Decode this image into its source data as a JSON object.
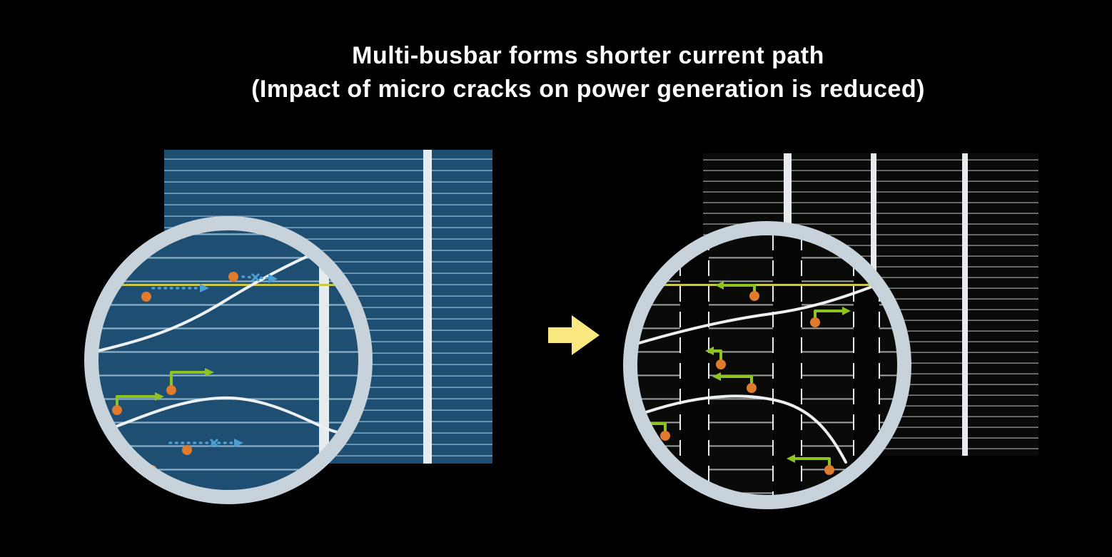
{
  "title": {
    "line1": "Multi-busbar forms shorter current path",
    "line2": "(Impact of micro cracks on power generation is reduced)"
  },
  "colors": {
    "bg": "#000000",
    "title-text": "#ffffff",
    "cell-blue": "#1e4e72",
    "finger-blue": "#9fc3d8",
    "cell-black": "#0a0a09",
    "finger-gray": "#b9bdc0",
    "busbar-white": "#e6ebee",
    "ring-gray": "#c8d2da",
    "crack-white": "#eef1f3",
    "electron-orange": "#e07b2e",
    "long-path-blue": "#4a9fd4",
    "short-path-green": "#8fc320",
    "crack-highlight-yellow": "#c9c94a",
    "transition-arrow-yellow": "#f8e87f"
  },
  "icons": {
    "transition_arrow": "block-arrow-right",
    "electron_dot": "filled-circle",
    "long_path": "dotted-arrow",
    "short_path": "solid-elbow-arrow",
    "blocked_mark": "x-mark"
  }
}
